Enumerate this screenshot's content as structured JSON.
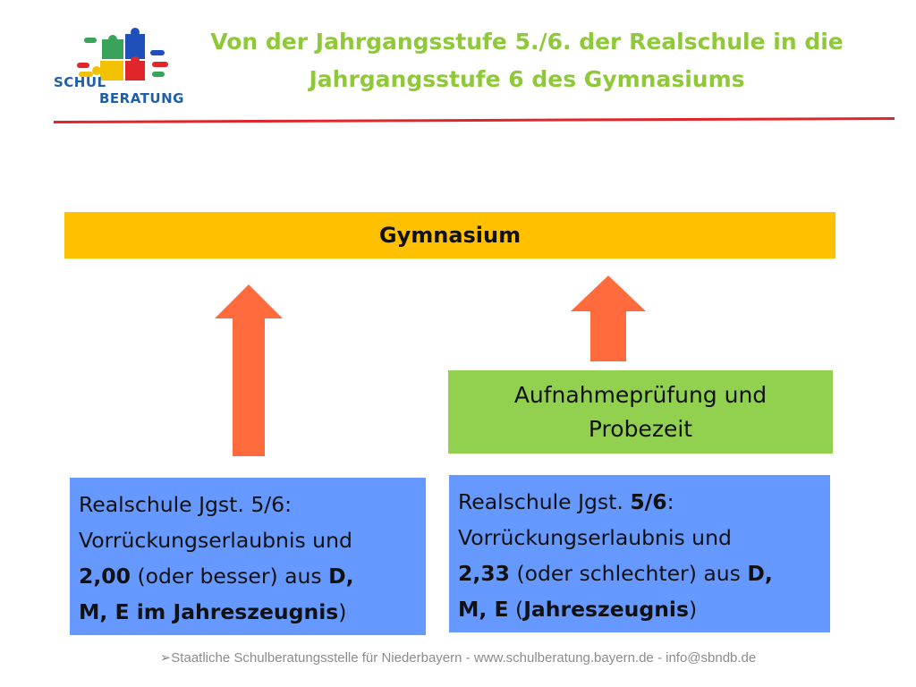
{
  "logo": {
    "line1": "SCHUL",
    "line2": "BERATUNG",
    "colors": {
      "green": "#3aa35a",
      "blue": "#1f4fb8",
      "yellow": "#f2c200",
      "red": "#e0262b"
    }
  },
  "header": {
    "title_line1": "Von der Jahrgangsstufe 5./6. der Realschule in die",
    "title_line2": "Jahrgangsstufe 6 des Gymnasiums",
    "title_color": "#8fc93a",
    "rule_color": "#e0262b"
  },
  "diagram": {
    "target_label": "Gymnasium",
    "exam_line1": "Aufnahmeprüfung und",
    "exam_line2": "Probezeit",
    "left_box": {
      "p1": "Realschule Jgst. 5/6:",
      "p2": "Vorrückungserlaubnis und",
      "p3_bold": "2,00",
      "p3_rest": " (oder besser) aus ",
      "p3_bold2": "D,",
      "p4_bold": "M, E im Jahreszeugnis",
      "p4_rest": ")"
    },
    "right_box": {
      "p1": "Realschule Jgst. ",
      "p1_bold": "5/6",
      "p1_rest": ":",
      "p2": "Vorrückungserlaubnis und",
      "p3_bold": "2,33",
      "p3_rest": " (oder schlechter) aus ",
      "p3_bold2": "D,",
      "p4_bold": "M, E",
      "p4_mid": " (",
      "p4_bold2": "Jahreszeugnis",
      "p4_rest": ")"
    },
    "colors": {
      "gymnasium": "#ffc000",
      "exam": "#92d050",
      "realschule": "#6699ff",
      "arrow": "#ff6b3d"
    }
  },
  "footer": {
    "text": "➢Staatliche Schulberatungsstelle für Niederbayern - www.schulberatung.bayern.de - info@sbndb.de"
  }
}
